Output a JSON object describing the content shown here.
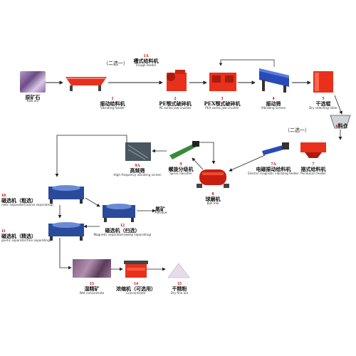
{
  "nodes": {
    "raw_ore": {
      "cn": "原矿石",
      "en": "Raw ore"
    },
    "trough": {
      "num": "1A",
      "cn": "槽式给料机",
      "en": "Trough feeder"
    },
    "feeder": {
      "num": "1",
      "cn": "振动给料机",
      "en": "Vibrating feeder"
    },
    "pe": {
      "num": "2",
      "cn": "PE颚式破碎机",
      "en": "PE series jaw crusher"
    },
    "pex": {
      "num": "3",
      "cn": "PEX颚式破碎机",
      "en": "PEX series jaw crusher"
    },
    "screen": {
      "num": "4",
      "cn": "振动筛",
      "en": "Vibrating Screen"
    },
    "dry_roll": {
      "num": "5",
      "cn": "干选辊",
      "en": "Dry selecting roller"
    },
    "bin": {
      "num": "6",
      "cn": "料仓"
    },
    "pendulum": {
      "num": "7",
      "cn": "摆式给料机",
      "en": "Pendulum feeder"
    },
    "elec_feed": {
      "num": "7A",
      "cn": "电磁振动给料机",
      "en": "Electric magnetic vibrating feeder"
    },
    "ball_mill": {
      "num": "8",
      "cn": "球磨机",
      "en": "Ball mill"
    },
    "classifier": {
      "num": "9",
      "cn": "螺旋分级机",
      "en": "Spiral classifier"
    },
    "hf_screen": {
      "num": "9A",
      "cn": "高频筛",
      "en": "High frequency vibrating screen"
    },
    "mag_rough": {
      "num": "10",
      "cn": "磁选机（粗选）",
      "en": "netic separator(coarse separating)"
    },
    "mag_fine": {
      "num": "11",
      "cn": "磁选机（精选）",
      "en": "gnetic separator(fine separating)"
    },
    "mag_sweep": {
      "num": "12",
      "cn": "磁选机（扫选）",
      "en": "Magnetic separator(sweep separating)"
    },
    "residue": {
      "cn": "尾矿",
      "en": "Residue"
    },
    "wet_conc": {
      "num": "13",
      "cn": "湿精矿",
      "en": "Wet concentrate"
    },
    "thickener": {
      "num": "14",
      "cn": "浓缩机（可选用）",
      "en": "Concentrator"
    },
    "dry_fine": {
      "num": "15",
      "cn": "干精粉",
      "en": "Dry fine ore"
    }
  },
  "select_tags": {
    "top": "（二选一）",
    "mid": "（二选一）"
  },
  "colors": {
    "machine_red": "#e8301c",
    "arrow": "#222222",
    "number": "#cc0000",
    "ore_purple": "#8e6aa8"
  }
}
